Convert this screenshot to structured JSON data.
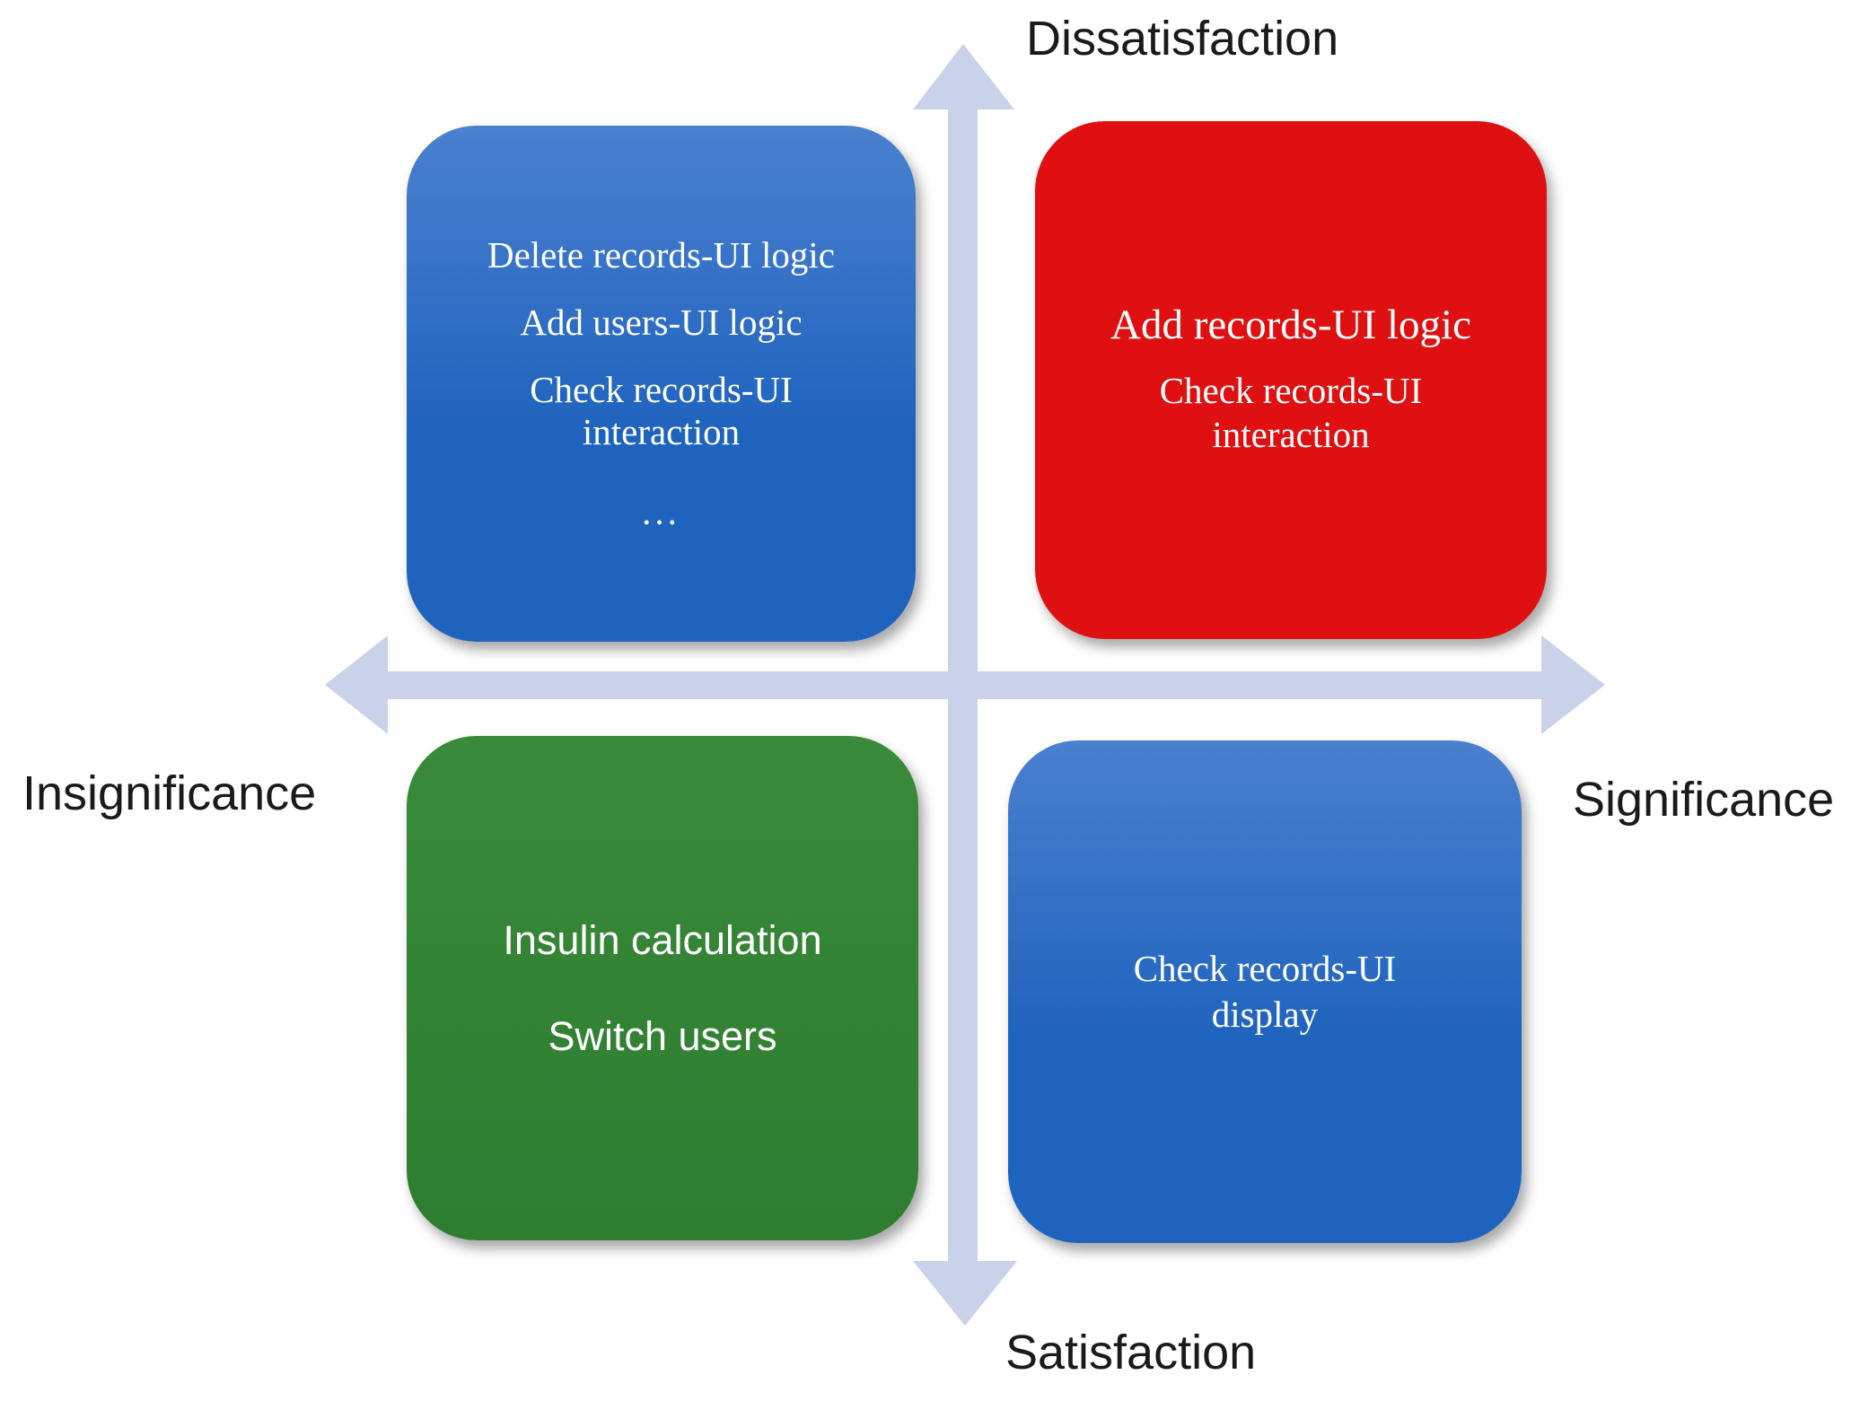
{
  "axes": {
    "top_label": "Dissatisfaction",
    "bottom_label": "Satisfaction",
    "left_label": "Insignificance",
    "right_label": "Significance"
  },
  "quadrants": {
    "top_left": {
      "lines": [
        "Delete records-UI logic",
        "Add users-UI logic",
        "Check records-UI interaction",
        "..."
      ]
    },
    "top_right": {
      "title": "Add records-UI logic",
      "sub": "Check records-UI interaction"
    },
    "bottom_left": {
      "lines": [
        "Insulin calculation",
        "Switch users"
      ]
    },
    "bottom_right": {
      "line": "Check records-UI display"
    }
  },
  "colors": {
    "blue_top": "#4b80cf",
    "blue_bottom": "#1e63be",
    "red": "#df1011",
    "green_top": "#3a8a3b",
    "green_bottom": "#2e7d30",
    "axis": "#c9d2e9",
    "label_text": "#1a1a1a",
    "box_text": "#ffffff"
  }
}
